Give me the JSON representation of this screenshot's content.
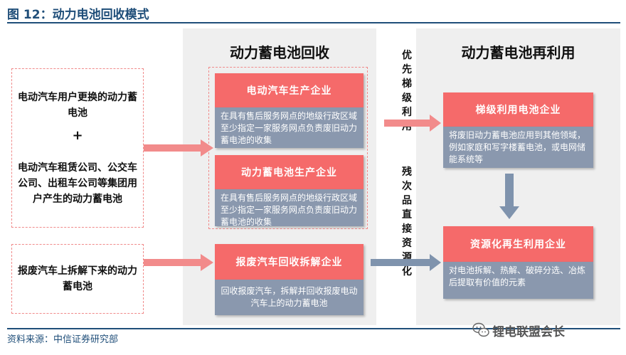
{
  "figure": {
    "title": "图 12：动力电池回收模式",
    "source": "资料来源：中信证券研究部",
    "watermark": "锂电联盟会长"
  },
  "sources": {
    "block1_line1": "电动汽车用户更换的动力蓄电池",
    "plus": "+",
    "block1_line2": "电动汽车租赁公司、公交车公司、出租车公司等集团用户产生的动力蓄电池",
    "block2": "报废汽车上拆解下来的动力蓄电池"
  },
  "recycle": {
    "title": "动力蓄电池回收",
    "ev_maker": {
      "label": "电动汽车生产企业",
      "desc": "在具有售后服务网点的地级行政区域至少指定一家服务网点负责废旧动力蓄电池的收集"
    },
    "battery_maker": {
      "label": "动力蓄电池生产企业",
      "desc": "在具有售后服务网点的地级行政区域至少指定一家服务网点负责废旧动力蓄电池的收集"
    },
    "scrap": {
      "label": "报废汽车回收拆解企业",
      "desc": "回收报废汽车，拆解并回收报废电动汽车上的动力蓄电池"
    }
  },
  "flows": {
    "priority": "优先梯级利用",
    "defective": "残次品直接资源化"
  },
  "reuse": {
    "title": "动力蓄电池再利用",
    "cascade": {
      "label": "梯级利用电池企业",
      "desc": "将废旧动力蓄电池应用到其他领域，例如家庭和写字楼蓄电池，或电网储能系统等"
    },
    "resource": {
      "label": "资源化再生利用企业",
      "desc": "对电池拆解、热解、破碎分选、冶炼后提取有价值的元素"
    }
  },
  "colors": {
    "red": "#f56a6a",
    "slate": "#8a98ae",
    "arrow_red": "#f28b8b",
    "arrow_slate": "#7f93ad",
    "panel": "#efefef",
    "title_blue": "#1f4e79"
  }
}
